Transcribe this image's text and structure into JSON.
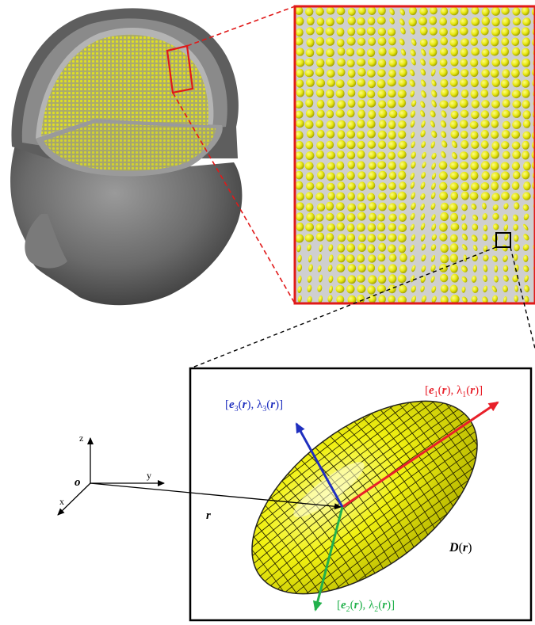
{
  "labels": {
    "e1": {
      "vec": "e",
      "sub": "1",
      "arg": "r",
      "val": "λ",
      "color": "#e8202a"
    },
    "e2": {
      "vec": "e",
      "sub": "2",
      "arg": "r",
      "val": "λ",
      "color": "#22b14c"
    },
    "e3": {
      "vec": "e",
      "sub": "3",
      "arg": "r",
      "val": "λ",
      "color": "#1f2fbf"
    },
    "tensor": {
      "symbol": "D",
      "arg": "r"
    },
    "position": "r",
    "origin": "o",
    "axes": {
      "x": "x",
      "y": "y",
      "z": "z"
    }
  },
  "colors": {
    "ellipsoid": "#f2f20a",
    "zoom_frame": "#e01919",
    "head_skin": "#6d6d6d",
    "brain_tissue": "#bdbdbd"
  }
}
